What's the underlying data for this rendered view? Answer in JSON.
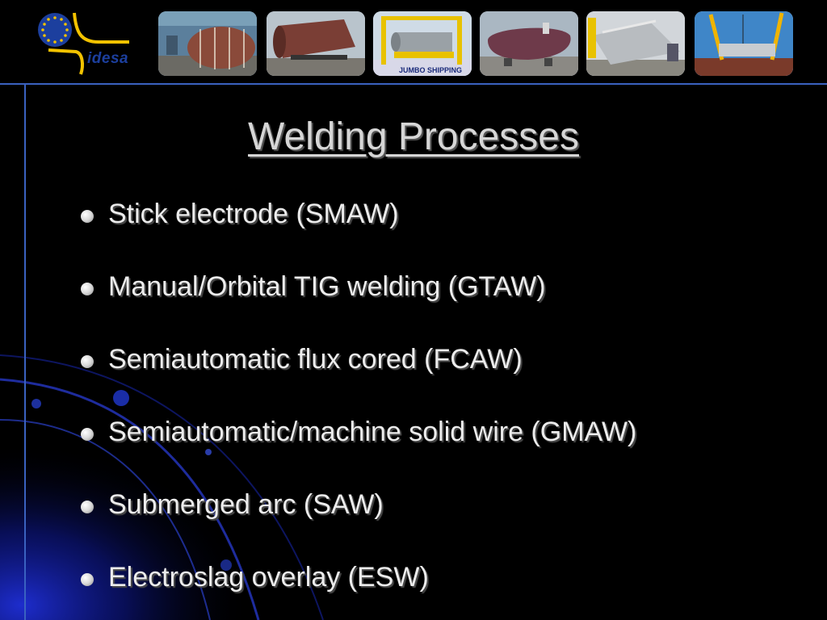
{
  "header": {
    "logo_text": "idesa",
    "photos": [
      {
        "icon": "workshop-photo"
      },
      {
        "icon": "vessel-photo"
      },
      {
        "icon": "shipping-photo",
        "caption": "JUMBO SHIPPING"
      },
      {
        "icon": "reactor-photo"
      },
      {
        "icon": "column-photo"
      },
      {
        "icon": "crane-lift-photo"
      }
    ]
  },
  "slide": {
    "title": "Welding Processes",
    "bullets": [
      "Stick electrode (SMAW)",
      "Manual/Orbital TIG welding (GTAW)",
      "Semiautomatic flux cored (FCAW)",
      "Semiautomatic/machine solid wire (GMAW)",
      "Submerged arc (SAW)",
      "Electroslag overlay (ESW)"
    ]
  },
  "colors": {
    "background": "#000000",
    "accent": "#3a62c0",
    "title": "#d6d6d6",
    "text": "#ececec",
    "logo_blue": "#1c3f9e",
    "logo_yellow": "#f2c200"
  }
}
